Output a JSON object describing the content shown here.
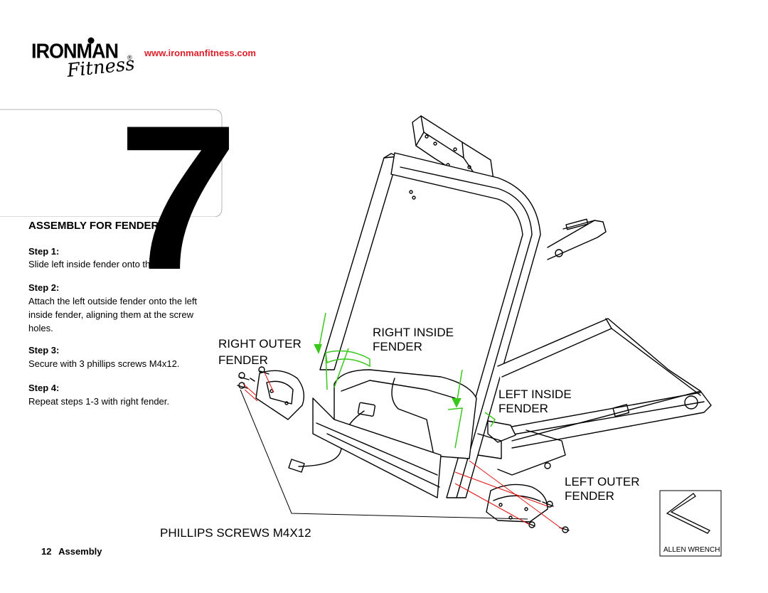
{
  "header": {
    "logo_word": "IRONMAN",
    "logo_reg": "®",
    "logo_script": "Fitness",
    "url": "www.ironmanfitness.com"
  },
  "section": {
    "number": "7",
    "heading": "ASSEMBLY FOR FENDERS"
  },
  "steps": [
    {
      "label": "Step 1:",
      "text": "Slide left inside fender onto the unit."
    },
    {
      "label": "Step 2:",
      "text_lines": [
        "Attach the left outside fender onto the left",
        "inside fender, aligning them at the screw",
        "holes."
      ]
    },
    {
      "label": "Step 3:",
      "text": "Secure with 3 phillips screws M4x12."
    },
    {
      "label": "Step 4:",
      "text": "Repeat steps 1-3 with right fender."
    }
  ],
  "callouts": {
    "right_outer": [
      "RIGHT OUTER",
      "FENDER"
    ],
    "right_inside": [
      "RIGHT INSIDE",
      "FENDER"
    ],
    "left_inside": [
      "LEFT INSIDE",
      "FENDER"
    ],
    "left_outer": [
      "LEFT OUTER",
      "FENDER"
    ],
    "screws": "PHILLIPS SCREWS M4X12"
  },
  "tool": {
    "label": "ALLEN WRENCH"
  },
  "footer": {
    "page_number": "12",
    "section_name": "Assembly"
  },
  "colors": {
    "url": "#e0202a",
    "accent_green": "#38c81c",
    "screw_line": "#e01010"
  }
}
